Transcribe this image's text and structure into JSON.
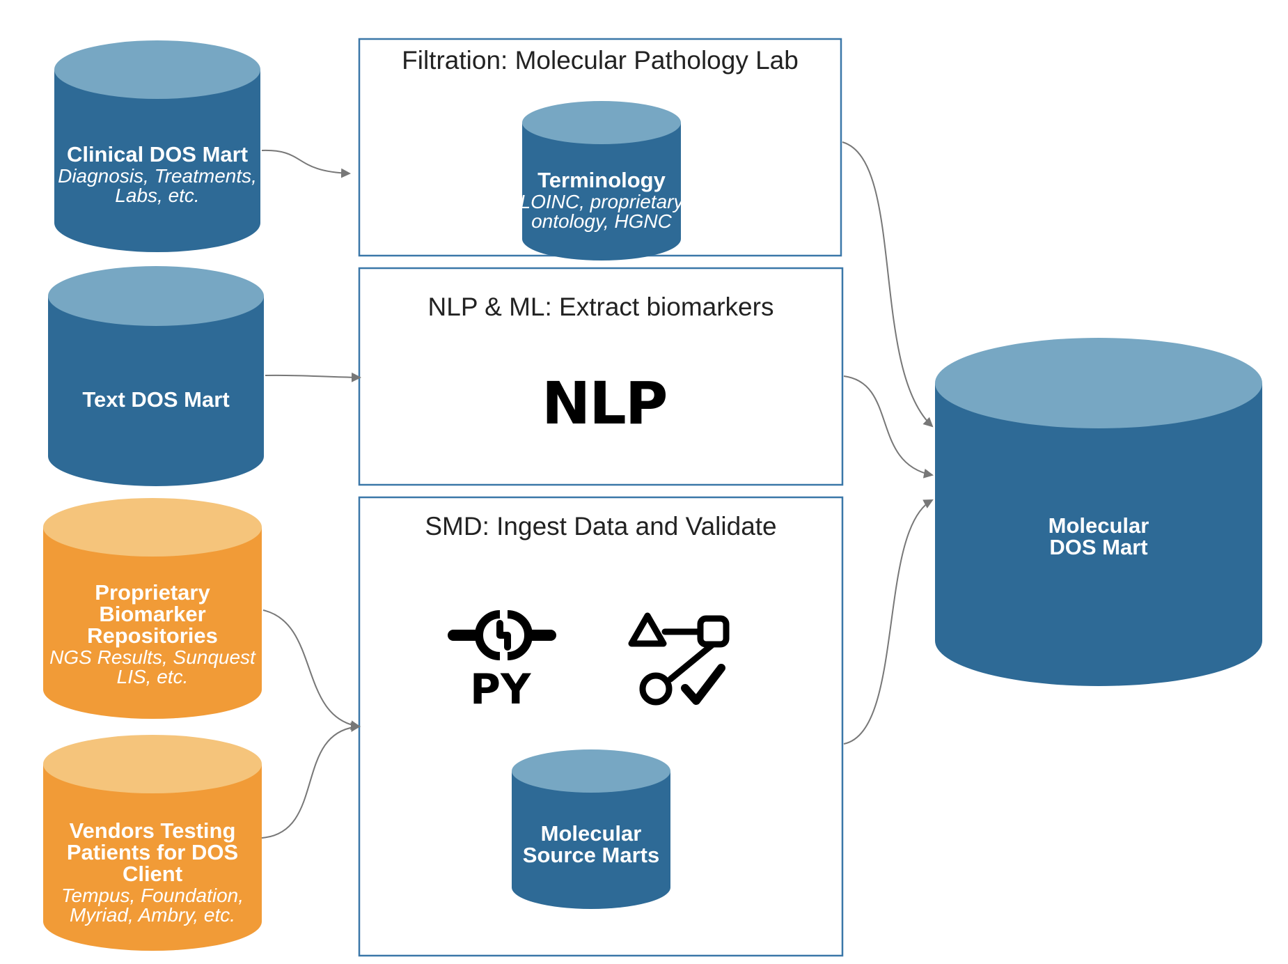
{
  "sources": [
    {
      "title": "Clinical DOS Mart",
      "subtitle": "Diagnosis, Treatments, Labs, etc."
    },
    {
      "title": "Text DOS Mart",
      "subtitle": ""
    },
    {
      "title": "Proprietary Biomarker Repositories",
      "subtitle": "NGS Results, Sunquest LIS, etc."
    },
    {
      "title": "Vendors Testing Patients for DOS Client",
      "subtitle": "Tempus, Foundation, Myriad, Ambry, etc."
    }
  ],
  "boxes": {
    "filtration": {
      "title": "Filtration: Molecular Pathology Lab",
      "db_title": "Terminology",
      "db_subtitle": "LOINC, proprietary ontology, HGNC"
    },
    "nlp": {
      "title": "NLP & ML: Extract biomarkers",
      "icon_text": "NLP"
    },
    "smd": {
      "title": "SMD: Ingest Data and Validate",
      "py_text": "PY",
      "db_title": "Molecular Source Marts"
    }
  },
  "target": {
    "title": "Molecular DOS Mart"
  },
  "colors": {
    "blue_body": "#2e6a96",
    "blue_top": "#77a7c3",
    "orange_body": "#f19b37",
    "orange_top": "#f5c47b",
    "box_border": "#3a77a8",
    "arrow": "#777777"
  },
  "icons": [
    "python-pipeline-icon",
    "workflow-validate-icon"
  ]
}
